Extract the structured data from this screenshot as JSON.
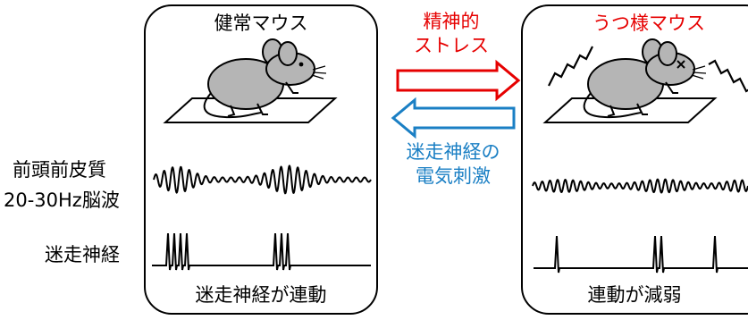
{
  "left_panel": {
    "title": "健常マウス",
    "caption": "迷走神経が連動"
  },
  "right_panel": {
    "title": "うつ様マウス",
    "caption": "連動が減弱"
  },
  "row_labels": {
    "pfc_line1": "前頭前皮質",
    "pfc_line2": "20-30Hz脳波",
    "vagus": "迷走神経"
  },
  "arrows": {
    "forward_line1": "精神的",
    "forward_line2": "ストレス",
    "forward_color": "#e60000",
    "back_line1": "迷走神経の",
    "back_line2": "電気刺激",
    "back_color": "#1a7fc4"
  },
  "colors": {
    "mouse_fill": "#b5b5b5",
    "outline": "#000000"
  }
}
